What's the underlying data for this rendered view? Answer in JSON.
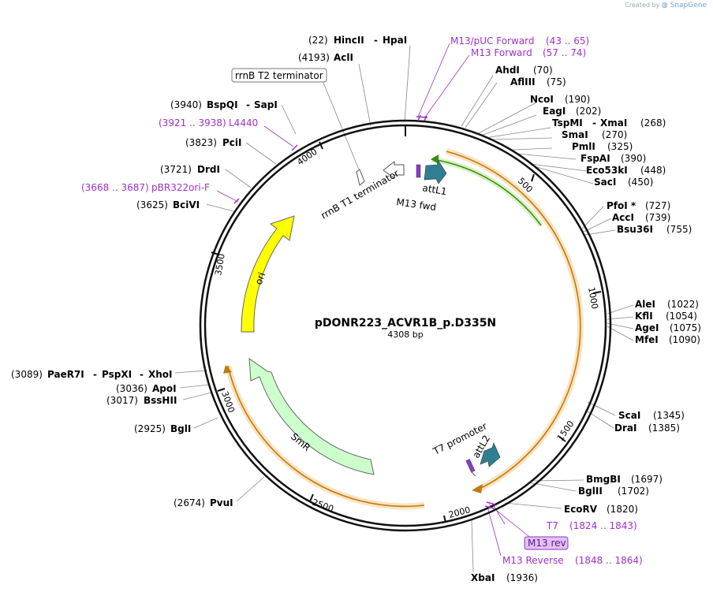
{
  "credit": {
    "prefix": "Created by",
    "brand": "SnapGene"
  },
  "plasmid": {
    "name": "pDONR223_ACVR1B_p.D335N",
    "length_label": "4308 bp"
  },
  "ticks": [
    "500",
    "1000",
    "1500",
    "2000",
    "2500",
    "3000",
    "3500",
    "4000"
  ],
  "sites_left": [
    {
      "pos": "(22)",
      "name": "HincII",
      "name2": "HpaI"
    },
    {
      "pos": "(4193)",
      "name": "AclI"
    },
    {
      "pos": "(3940)",
      "name": "BspQI",
      "name2": "SapI"
    },
    {
      "pos": "(3823)",
      "name": "PciI"
    },
    {
      "pos": "(3721)",
      "name": "DrdI"
    },
    {
      "pos": "(3625)",
      "name": "BciVI"
    },
    {
      "pos": "(3089)",
      "name": "PaeR7I",
      "name2": "PspXI",
      "name3": "XhoI"
    },
    {
      "pos": "(3036)",
      "name": "ApoI"
    },
    {
      "pos": "(3017)",
      "name": "BssHII"
    },
    {
      "pos": "(2925)",
      "name": "BglI"
    },
    {
      "pos": "(2674)",
      "name": "PvuI"
    }
  ],
  "sites_right": [
    {
      "name": "AhdI",
      "pos": "(70)"
    },
    {
      "name": "AflIII",
      "pos": "(75)"
    },
    {
      "name": "NcoI",
      "pos": "(190)"
    },
    {
      "name": "EagI",
      "pos": "(202)"
    },
    {
      "name": "TspMI",
      "name2": "XmaI",
      "pos": "(268)"
    },
    {
      "name": "SmaI",
      "pos": "(270)"
    },
    {
      "name": "PmlI",
      "pos": "(325)"
    },
    {
      "name": "FspAI",
      "pos": "(390)"
    },
    {
      "name": "Eco53kI",
      "pos": "(448)"
    },
    {
      "name": "SacI",
      "pos": "(450)"
    },
    {
      "name": "PfoI *",
      "pos": "(727)"
    },
    {
      "name": "AccI",
      "pos": "(739)"
    },
    {
      "name": "Bsu36I",
      "pos": "(755)"
    },
    {
      "name": "AleI",
      "pos": "(1022)"
    },
    {
      "name": "KflI",
      "pos": "(1054)"
    },
    {
      "name": "AgeI",
      "pos": "(1075)"
    },
    {
      "name": "MfeI",
      "pos": "(1090)"
    },
    {
      "name": "ScaI",
      "pos": "(1345)"
    },
    {
      "name": "DraI",
      "pos": "(1385)"
    },
    {
      "name": "BmgBI",
      "pos": "(1697)"
    },
    {
      "name": "BglII",
      "pos": "(1702)"
    },
    {
      "name": "EcoRV",
      "pos": "(1820)"
    },
    {
      "name": "XbaI",
      "pos": "(1936)"
    }
  ],
  "primers": [
    {
      "name": "M13/pUC Forward",
      "range": "(43 .. 65)"
    },
    {
      "name": "M13 Forward",
      "range": "(57 .. 74)"
    },
    {
      "name": "L4440",
      "range": "(3921 .. 3938)"
    },
    {
      "name": "pBR322ori-F",
      "range": "(3668 .. 3687)"
    },
    {
      "name": "T7",
      "range": "(1824 .. 1843)"
    },
    {
      "name": "M13 rev"
    },
    {
      "name": "M13 Reverse",
      "range": "(1848 .. 1864)"
    }
  ],
  "features": {
    "rrnb_t2": "rrnB T2 terminator",
    "rrnb_t1": "rrnB T1 terminator",
    "attl1": "attL1",
    "m13fwd": "M13 fwd",
    "attl2": "attL2",
    "t7prom": "T7 promoter",
    "ori": "ori",
    "smr": "SmR"
  },
  "colors": {
    "primer": "#a030c8",
    "ori": "#ffff00",
    "smr": "#c8ffc8",
    "att": "#2f7f91",
    "orf": "#f5a742",
    "green_arc": "#7ccc3c"
  }
}
